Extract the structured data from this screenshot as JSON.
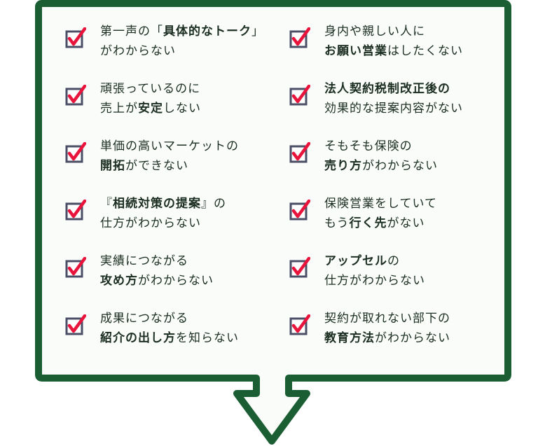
{
  "colors": {
    "frame": "#1b5e33",
    "background": "#f9fcf9",
    "check": "#e8143c",
    "box": "#4a4f66",
    "text": "#1c2e22"
  },
  "items": [
    {
      "lines": [
        [
          {
            "t": "第一声の「"
          },
          {
            "t": "具体的なトーク",
            "b": true
          },
          {
            "t": "」"
          }
        ],
        [
          {
            "t": "がわからない"
          }
        ]
      ]
    },
    {
      "lines": [
        [
          {
            "t": "身内や親しい人に"
          }
        ],
        [
          {
            "t": "お願い営業",
            "b": true
          },
          {
            "t": "はしたくない"
          }
        ]
      ]
    },
    {
      "lines": [
        [
          {
            "t": "頑張っているのに"
          }
        ],
        [
          {
            "t": "売上が"
          },
          {
            "t": "安定",
            "b": true
          },
          {
            "t": "しない"
          }
        ]
      ]
    },
    {
      "lines": [
        [
          {
            "t": "法人契約税制改正後の",
            "b": true
          }
        ],
        [
          {
            "t": "効果的な提案内容がない"
          }
        ]
      ]
    },
    {
      "lines": [
        [
          {
            "t": "単価の高いマーケットの"
          }
        ],
        [
          {
            "t": "開拓",
            "b": true
          },
          {
            "t": "ができない"
          }
        ]
      ]
    },
    {
      "lines": [
        [
          {
            "t": "そもそも保険の"
          }
        ],
        [
          {
            "t": "売り方",
            "b": true
          },
          {
            "t": "がわからない"
          }
        ]
      ]
    },
    {
      "lines": [
        [
          {
            "t": "『"
          },
          {
            "t": "相続対策の提案",
            "b": true
          },
          {
            "t": "』の"
          }
        ],
        [
          {
            "t": "仕方がわからない"
          }
        ]
      ]
    },
    {
      "lines": [
        [
          {
            "t": "保険営業をしていて"
          }
        ],
        [
          {
            "t": "もう"
          },
          {
            "t": "行く先",
            "b": true
          },
          {
            "t": "がない"
          }
        ]
      ]
    },
    {
      "lines": [
        [
          {
            "t": "実績につながる"
          }
        ],
        [
          {
            "t": "攻め方",
            "b": true
          },
          {
            "t": "がわからない"
          }
        ]
      ]
    },
    {
      "lines": [
        [
          {
            "t": "アップセル",
            "b": true
          },
          {
            "t": "の"
          }
        ],
        [
          {
            "t": "仕方がわからない"
          }
        ]
      ]
    },
    {
      "lines": [
        [
          {
            "t": "成果につながる"
          }
        ],
        [
          {
            "t": "紹介の出し方",
            "b": true
          },
          {
            "t": "を知らない"
          }
        ]
      ]
    },
    {
      "lines": [
        [
          {
            "t": "契約が取れない部下の"
          }
        ],
        [
          {
            "t": "教育方法",
            "b": true
          },
          {
            "t": "がわからない"
          }
        ]
      ]
    }
  ]
}
